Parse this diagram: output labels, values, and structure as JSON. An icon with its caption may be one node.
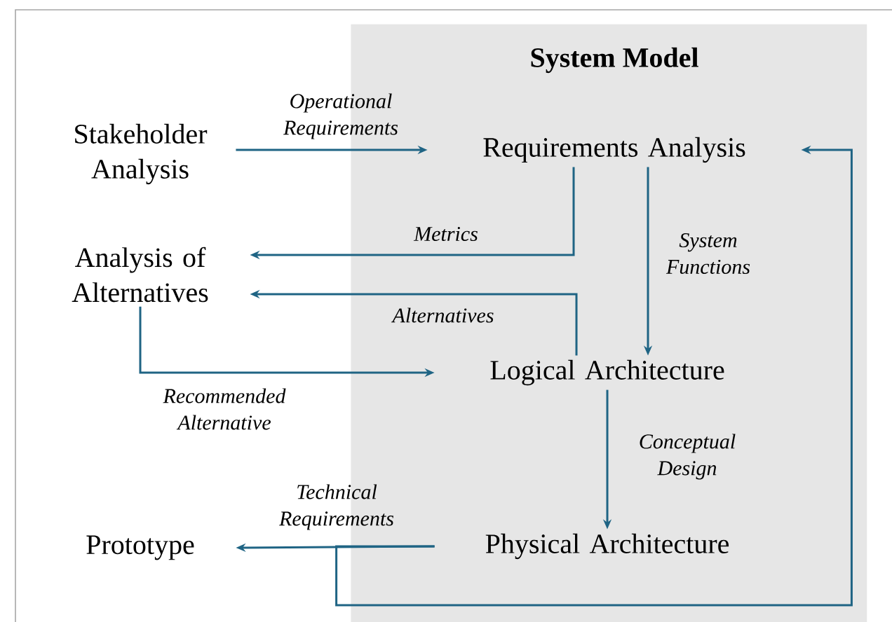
{
  "diagram": {
    "nodes": [
      {
        "text": [
          "System Model"
        ]
      },
      {
        "text": [
          "Stakeholder Analysis"
        ]
      },
      {
        "text": [
          "Requirements Analysis"
        ],
        "in": 0
      },
      {
        "text": [
          "Analysis of Alternatives"
        ]
      },
      {
        "text": [
          "Logical Architecture"
        ],
        "in": 0
      },
      {
        "text": [
          "Prototype"
        ]
      },
      {
        "text": [
          "Physical Architecture"
        ],
        "in": 0
      }
    ],
    "edges": [
      {
        "from": 1,
        "to": 2,
        "arrow": "to",
        "label": "Operational Requirements"
      },
      {
        "from": 2,
        "to": 3,
        "arrow": "to",
        "label": "Metrics"
      },
      {
        "from": 2,
        "to": 4,
        "arrow": "to",
        "label": "System Functions"
      },
      {
        "from": 4,
        "to": 3,
        "arrow": "to",
        "label": "Alternatives"
      },
      {
        "from": 3,
        "to": 4,
        "arrow": "to",
        "label": "Recommended Alternative"
      },
      {
        "from": 4,
        "to": 6,
        "arrow": "to",
        "label": "Conceptual Design"
      },
      {
        "from": 6,
        "to": 5,
        "arrow": "to",
        "label": "Technical Requirements"
      },
      {
        "from": 6,
        "to": 2,
        "arrow": "to"
      }
    ]
  }
}
